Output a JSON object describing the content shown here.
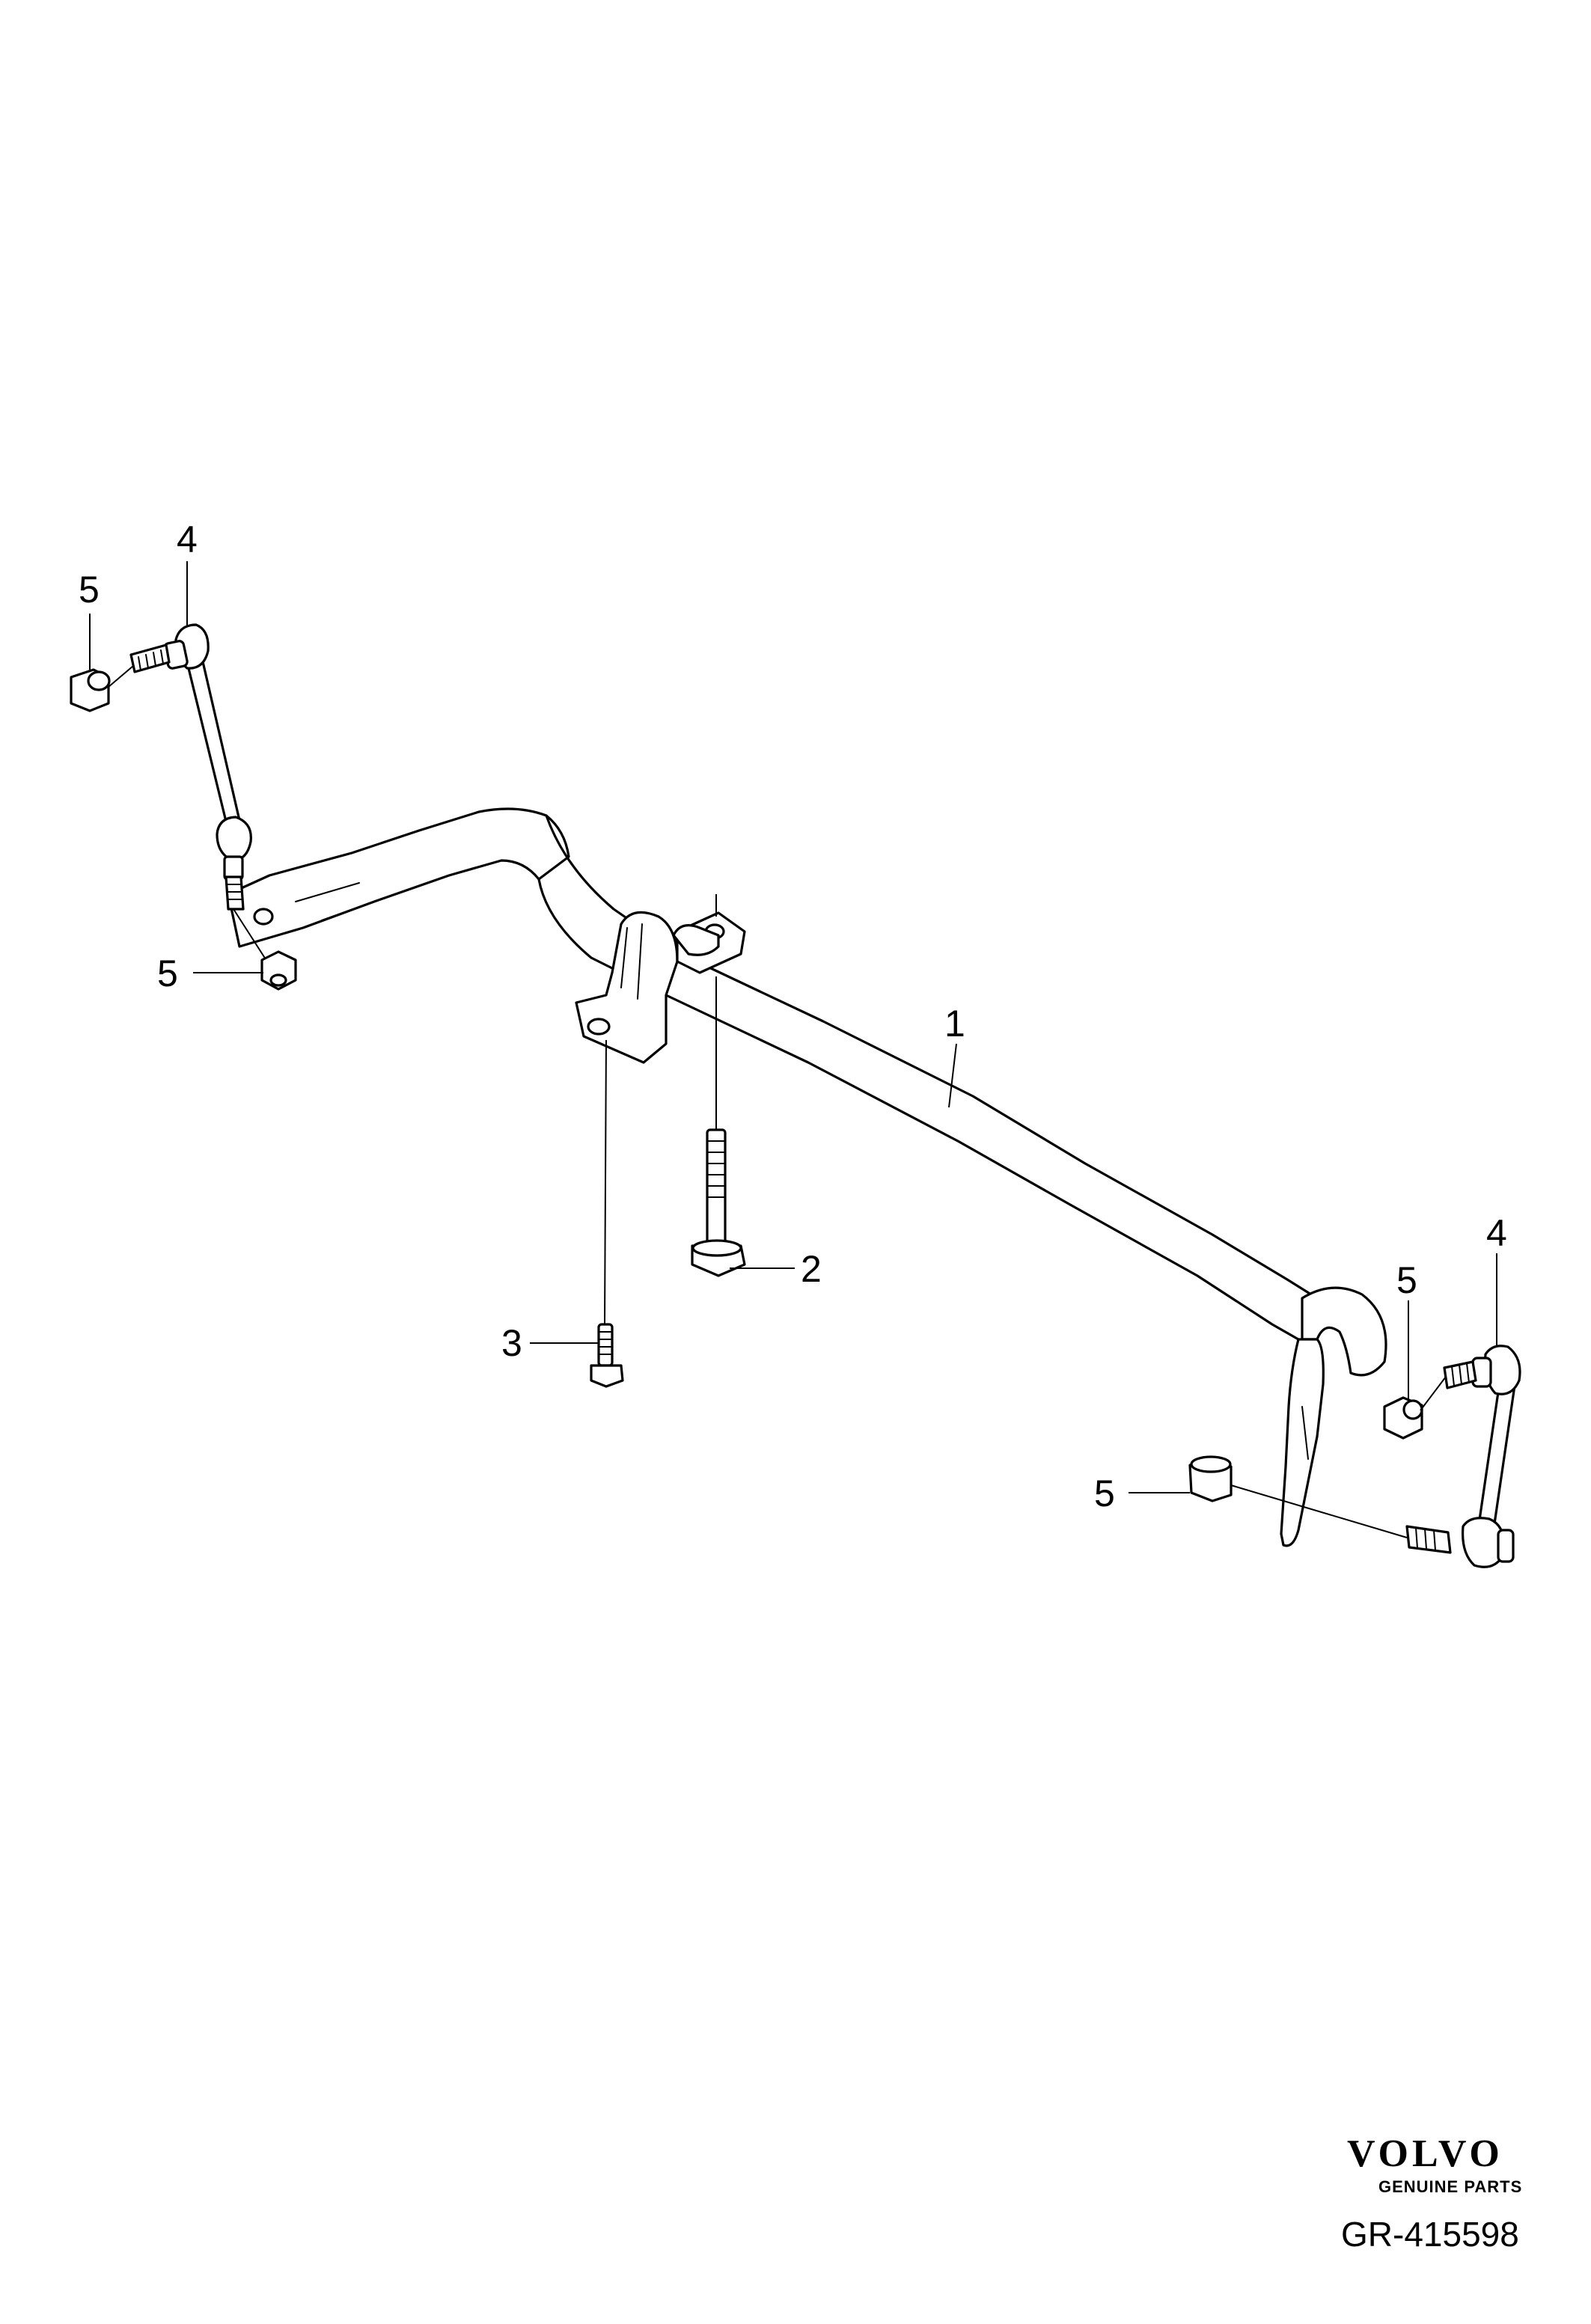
{
  "diagram": {
    "callouts": {
      "stabilizer_bar": "1",
      "bolt_long": "2",
      "bolt_short": "3",
      "link_left": "4",
      "link_right": "4",
      "nut_top_left": "5",
      "nut_mid_left": "5",
      "nut_top_right": "5",
      "nut_bottom_right": "5"
    },
    "logo": {
      "brand": "VOLVO",
      "tagline": "GENUINE PARTS"
    },
    "reference_code": "GR-415598"
  }
}
